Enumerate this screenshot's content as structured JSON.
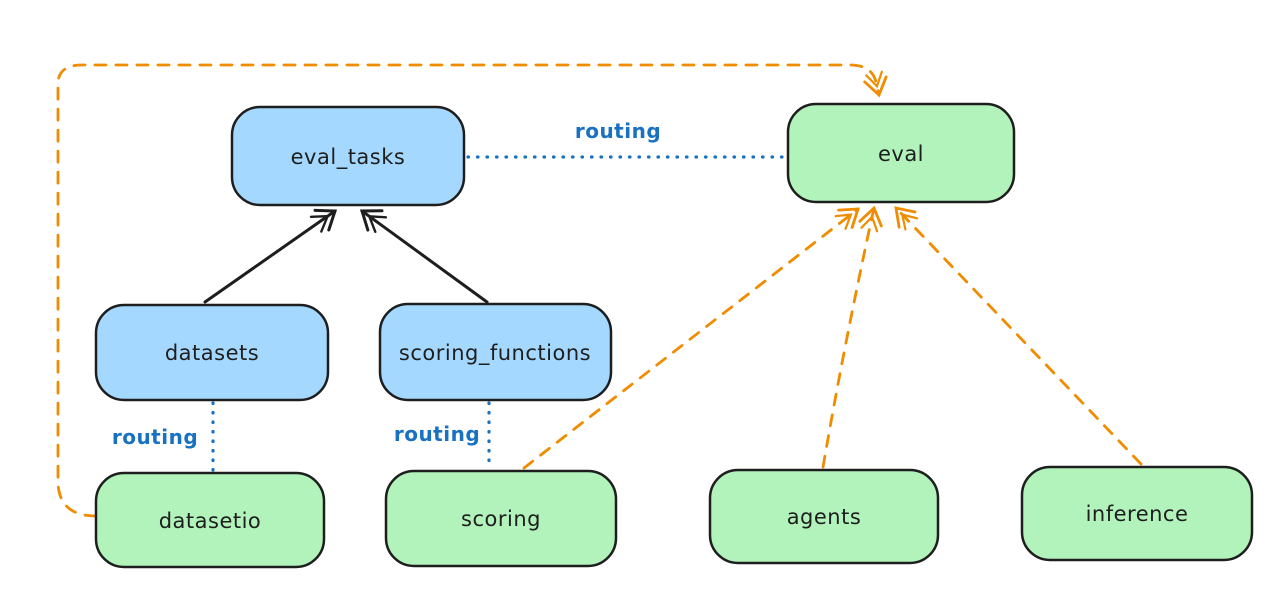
{
  "diagram": {
    "type": "architecture-diagram",
    "background": "#ffffff",
    "palette": {
      "node_border": "#1e1e1e",
      "blue_node_fill": "#a5d8ff",
      "green_node_fill": "#b2f2bb",
      "routing_blue": "#1971c2",
      "orange_dashed": "#f08c00",
      "black_arrow": "#1e1e1e"
    },
    "nodes": {
      "eval_tasks": {
        "label": "eval_tasks",
        "fill": "blue"
      },
      "eval": {
        "label": "eval",
        "fill": "green"
      },
      "datasets": {
        "label": "datasets",
        "fill": "blue"
      },
      "scoring_functions": {
        "label": "scoring_functions",
        "fill": "blue"
      },
      "datasetio": {
        "label": "datasetio",
        "fill": "green"
      },
      "scoring": {
        "label": "scoring",
        "fill": "green"
      },
      "agents": {
        "label": "agents",
        "fill": "green"
      },
      "inference": {
        "label": "inference",
        "fill": "green"
      }
    },
    "edges": [
      {
        "from": "datasets",
        "to": "eval_tasks",
        "style": "solid-black-arrow"
      },
      {
        "from": "scoring_functions",
        "to": "eval_tasks",
        "style": "solid-black-arrow"
      },
      {
        "from": "eval_tasks",
        "to": "eval",
        "style": "dotted-blue",
        "label": "routing"
      },
      {
        "from": "datasets",
        "to": "datasetio",
        "style": "dotted-blue",
        "label": "routing"
      },
      {
        "from": "scoring_functions",
        "to": "scoring",
        "style": "dotted-blue",
        "label": "routing"
      },
      {
        "from": "datasetio",
        "to": "eval",
        "style": "dashed-orange-arrow",
        "route": "left-and-over-top"
      },
      {
        "from": "scoring",
        "to": "eval",
        "style": "dashed-orange-arrow"
      },
      {
        "from": "agents",
        "to": "eval",
        "style": "dashed-orange-arrow"
      },
      {
        "from": "inference",
        "to": "eval",
        "style": "dashed-orange-arrow"
      }
    ],
    "edge_labels": {
      "eval_tasks_eval": "routing",
      "datasets_datasetio": "routing",
      "scoring_functions_scoring": "routing"
    }
  }
}
